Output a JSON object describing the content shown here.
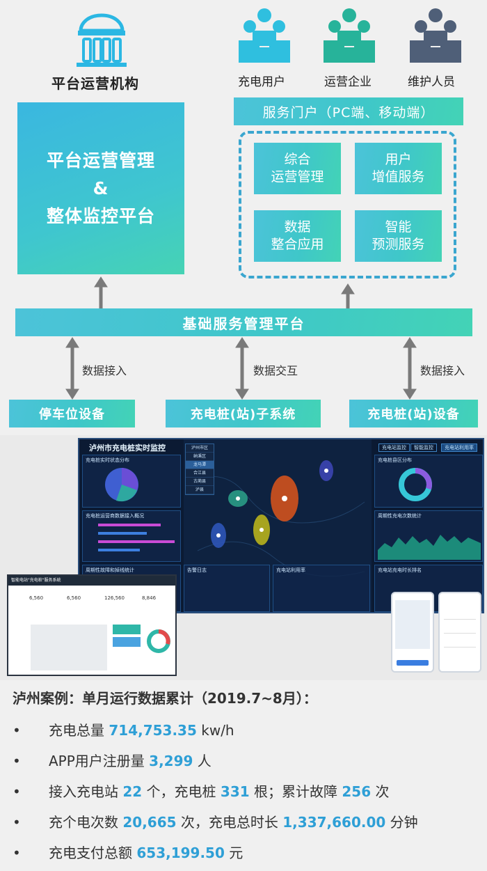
{
  "diagram": {
    "org_label": "平台运营机构",
    "roles": [
      "充电用户",
      "运营企业",
      "维护人员"
    ],
    "role_colors": [
      "#2fbfdf",
      "#27b39a",
      "#4f5f78"
    ],
    "big_box_lines": [
      "平台运营管理",
      "&",
      "整体监控平台"
    ],
    "portal_label": "服务门户（PC端、移动端）",
    "services": [
      {
        "line1": "综合",
        "line2": "运营管理"
      },
      {
        "line1": "用户",
        "line2": "增值服务"
      },
      {
        "line1": "数据",
        "line2": "整合应用"
      },
      {
        "line1": "智能",
        "line2": "预测服务"
      }
    ],
    "base_platform": "基础服务管理平台",
    "arrow_labels": [
      "数据接入",
      "数据交互",
      "数据接入"
    ],
    "devices": [
      "停车位设备",
      "充电桩(站)子系统",
      "充电桩(站)设备"
    ]
  },
  "screens": {
    "monitor_title": "泸州市充电桩实时监控",
    "tabs": [
      "充电站监控",
      "智能监控",
      "充电站利用率"
    ],
    "menu": [
      "泸州市区",
      "纳溪区",
      "龙马潭",
      "合江县",
      "古蔺县",
      "泸县"
    ],
    "panels": [
      "充电桩实时状态分布",
      "充电桩运营商数据接入概况",
      "周期性故障和掉线统计",
      "告警日志",
      "充电站利用率",
      "充电桩县区分布",
      "周期性充电次数统计",
      "充电站充电时长排名"
    ],
    "laptop_header": "智能电站\"充电桩\"服务系统",
    "laptop_stats": [
      "6,560",
      "6,560",
      "126,560",
      "8,846"
    ]
  },
  "case": {
    "title": "泸州案例：单月运行数据累计（2019.7~8月）：",
    "bullets": [
      {
        "parts": [
          {
            "t": "充电总量 "
          },
          {
            "t": "714,753.35",
            "hl": true
          },
          {
            "t": " kw/h"
          }
        ]
      },
      {
        "parts": [
          {
            "t": "APP用户注册量 "
          },
          {
            "t": "3,299",
            "hl": true
          },
          {
            "t": " 人"
          }
        ]
      },
      {
        "parts": [
          {
            "t": "接入充电站 "
          },
          {
            "t": "22",
            "hl": true
          },
          {
            "t": " 个，充电桩 "
          },
          {
            "t": "331",
            "hl": true
          },
          {
            "t": " 根；累计故障 "
          },
          {
            "t": "256",
            "hl": true
          },
          {
            "t": " 次"
          }
        ]
      },
      {
        "parts": [
          {
            "t": "充个电次数 "
          },
          {
            "t": "20,665",
            "hl": true
          },
          {
            "t": " 次，充电总时长 "
          },
          {
            "t": "1,337,660.00",
            "hl": true
          },
          {
            "t": " 分钟"
          }
        ]
      },
      {
        "parts": [
          {
            "t": "充电支付总额 "
          },
          {
            "t": "653,199.50",
            "hl": true
          },
          {
            "t": " 元"
          }
        ]
      }
    ]
  }
}
